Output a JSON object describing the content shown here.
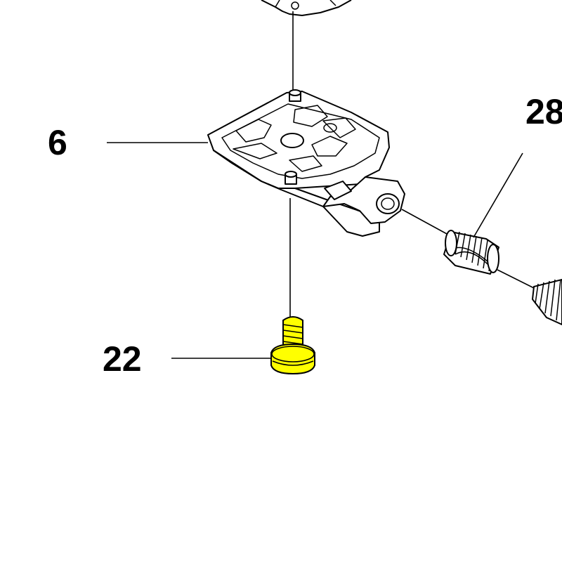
{
  "callouts": {
    "part_6": "6",
    "part_22": "22",
    "part_28": "28"
  },
  "colors": {
    "highlight": "#ffff00",
    "line": "#000000",
    "background": "#ffffff"
  }
}
